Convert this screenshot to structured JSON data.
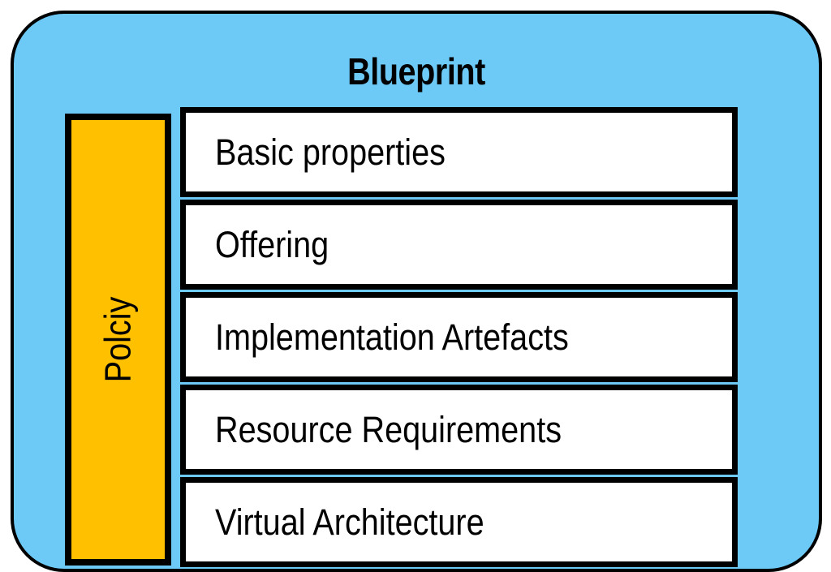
{
  "diagram": {
    "title": "Blueprint",
    "colors": {
      "container_fill": "#6DC9F5",
      "policy_fill": "#FFC000",
      "section_fill": "#FFFFFF",
      "stroke": "#000000"
    },
    "policy": {
      "label": "Polciy",
      "orientation": "vertical-bottom-to-top"
    },
    "sections": [
      {
        "label": "Basic properties"
      },
      {
        "label": "Offering"
      },
      {
        "label": "Implementation Artefacts"
      },
      {
        "label": "Resource Requirements"
      },
      {
        "label": "Virtual Architecture"
      }
    ]
  }
}
